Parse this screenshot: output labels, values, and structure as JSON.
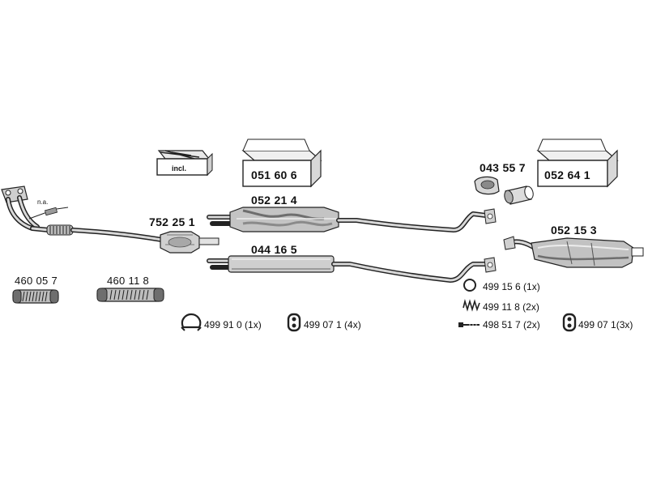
{
  "parts": {
    "front_pipe_note": "n.a.",
    "catalyst": "752 25 1",
    "box_front_muffler": "051 60 6",
    "box_incl": "incl.",
    "middle_muffler": "052 21 4",
    "middle_pipe": "044 16 5",
    "clamp_part": "043 55 7",
    "box_rear_muffler": "052 64 1",
    "rear_muffler": "052 15 3",
    "flex_pipe_1": "460 05 7",
    "flex_pipe_2": "460 11 8"
  },
  "fittings": {
    "clamp_ring": "499 91 0 (1x)",
    "rubber_mount_a": "499 07 1 (4x)",
    "gasket_ring": "499 15 6 (1x)",
    "spring": "499 11 8 (2x)",
    "bolt": "498 51 7 (2x)",
    "rubber_mount_b": "499 07 1(3x)"
  },
  "colors": {
    "line": "#222222",
    "fill_light": "#e6e6e6",
    "fill_mid": "#bdbdbd",
    "fill_dark": "#6e6e6e"
  }
}
